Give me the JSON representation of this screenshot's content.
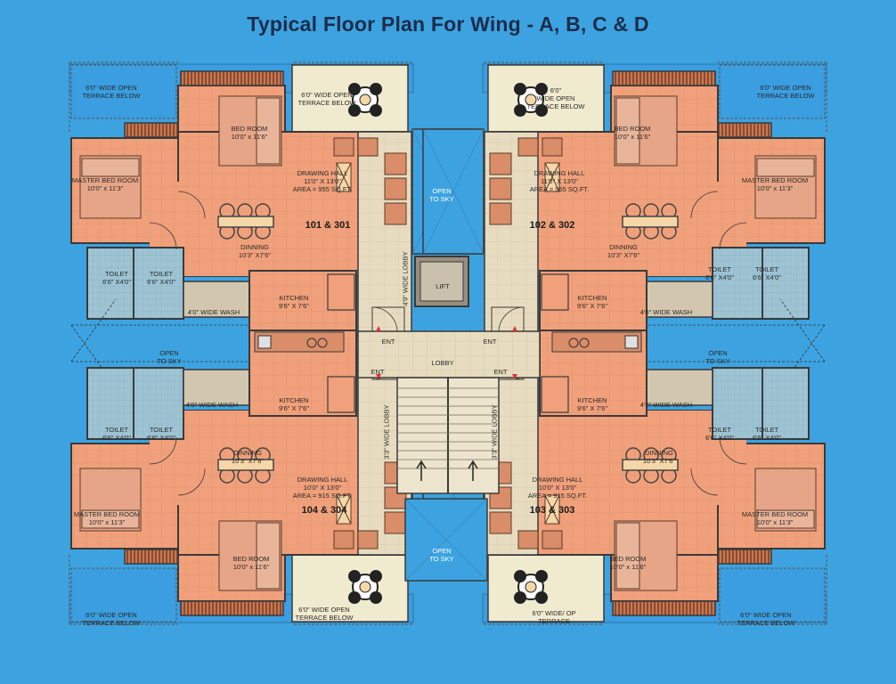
{
  "title": "Typical Floor Plan For Wing - A, B, C & D",
  "colors": {
    "background": "#3da3e0",
    "room": "#f0a07a",
    "toilet": "#9ec4d4",
    "lobby": "#e7dcc0",
    "wall": "#3a3a3a",
    "terrace": "#3a9ee0",
    "balcony": "#f0ebcf"
  },
  "labels": {
    "terrace_tl": [
      "6'0\" WIDE OPEN",
      "TERRACE BELOW"
    ],
    "terrace_tr": [
      "6'0\" WIDE OPEN",
      "TERRACE BELOW"
    ],
    "terrace_bl": [
      "6'0\" WIDE OPEN",
      "TERRACE BELOW"
    ],
    "terrace_br": [
      "6'0\" WIDE OPEN",
      "TERRACE BELOW"
    ],
    "balcony_tl": [
      "6'0\" WIDE OPEN",
      "TERRACE BELOW"
    ],
    "balcony_tr": [
      "6'0\"",
      "WIDE OPEN",
      "TERRACE BELOW"
    ],
    "balcony_bl": [
      "6'0\" WIDE OPEN",
      "TERRACE BELOW"
    ],
    "balcony_br": [
      "6'0\" WIDE/ OP",
      "TERRACE"
    ],
    "bed_tl": [
      "BED ROOM",
      "10'0\" x 11'6\""
    ],
    "bed_tr": [
      "BED ROOM",
      "10'0\" x 11'6\""
    ],
    "bed_bl": [
      "BED ROOM",
      "10'0\" x 11'6\""
    ],
    "bed_br": [
      "BED ROOM",
      "10'0\" x 11'6\""
    ],
    "master_tl": [
      "MASTER BED ROOM",
      "10'0\" x 11'3\""
    ],
    "master_tr": [
      "MASTER BED ROOM",
      "10'0\" x 11'3\""
    ],
    "master_bl": [
      "MASTER BED ROOM",
      "10'0\" x 11'3\""
    ],
    "master_br": [
      "MASTER BED ROOM",
      "10'0\" x 11'3\""
    ],
    "hall_tl": [
      "DRAWING HALL",
      "11'0\" X 13'0\"",
      "AREA = 955 SQ.FT."
    ],
    "hall_tr": [
      "DRAWING HALL",
      "11'0\" X 13'0\"",
      "AREA = 955 SQ.FT."
    ],
    "hall_bl": [
      "DRAWING HALL",
      "10'0\" X 13'0\"",
      "AREA = 915 SQ.FT."
    ],
    "hall_br": [
      "DRAWING HALL",
      "10'0\" X 13'0\"",
      "AREA = 915 SQ.FT."
    ],
    "unit_tl": "101 & 301",
    "unit_tr": "102 & 302",
    "unit_bl": "104 & 304",
    "unit_br": "103 & 303",
    "dining_tl": [
      "DINNING",
      "10'3\" X7'6\""
    ],
    "dining_tr": [
      "DINNING",
      "10'3\" X7'6\""
    ],
    "dining_bl": [
      "DINNING",
      "10'3\" X7'6\""
    ],
    "dining_br": [
      "DINNING",
      "10'3\" X7'6\""
    ],
    "kitchen_tl": [
      "KITCHEN",
      "9'6\" X 7'6\""
    ],
    "kitchen_tr": [
      "KITCHEN",
      "9'6\" X 7'6\""
    ],
    "kitchen_bl": [
      "KITCHEN",
      "9'6\" X 7'6\""
    ],
    "kitchen_br": [
      "KITCHEN",
      "9'6\" X 7'6\""
    ],
    "toilet": [
      "TOILET",
      "6'6\" X4'0\""
    ],
    "wash": "4'0\" WIDE WASH",
    "open_sky": [
      "OPEN",
      "TO SKY"
    ],
    "lift": "LIFT",
    "lobby": "LOBBY",
    "ent": "ENT",
    "lobby_wide_top": "4'9\" WIDE LOBBY",
    "lobby_wide_bottom": "3'3\" WIDE LOBBY"
  }
}
